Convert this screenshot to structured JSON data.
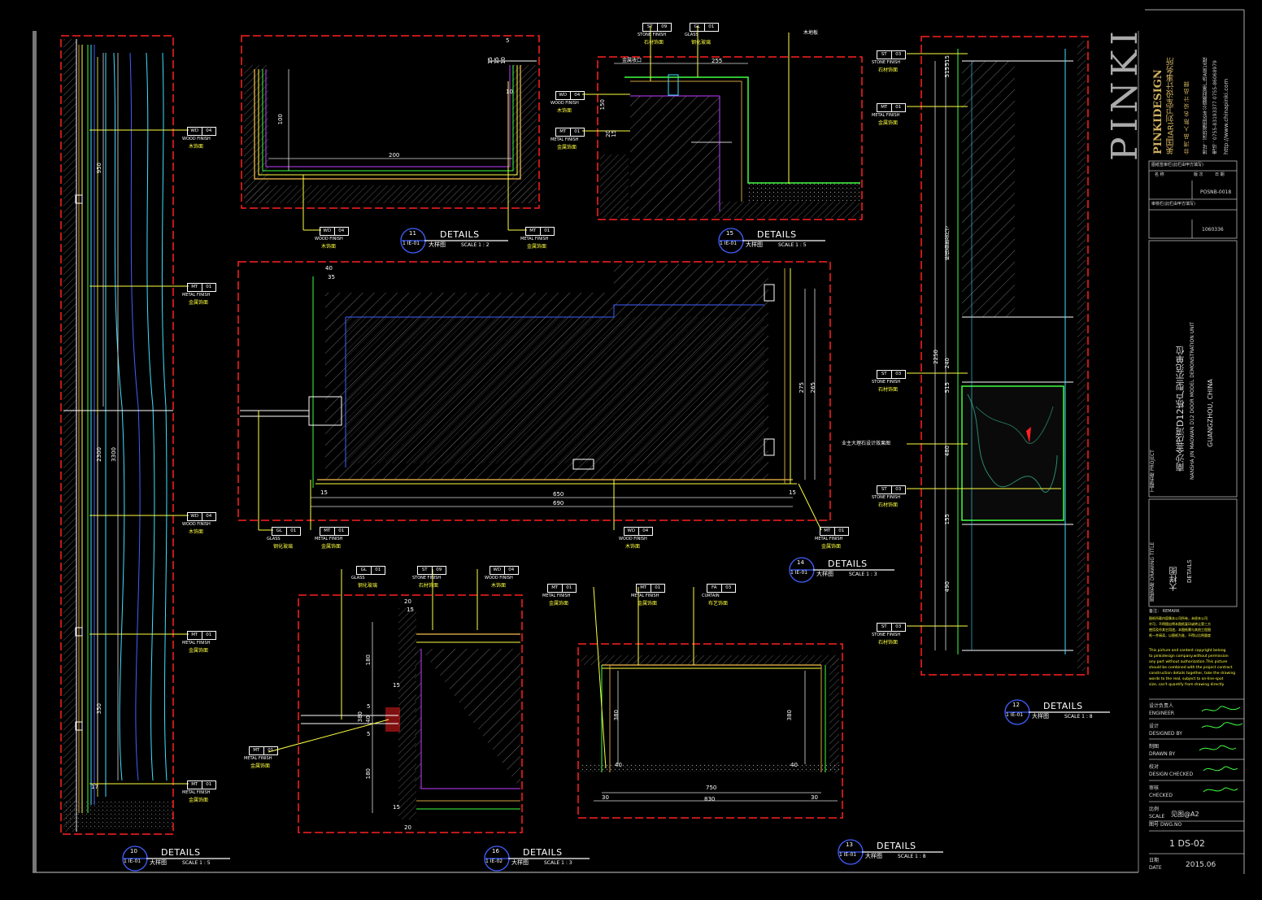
{
  "colors": {
    "background": "#000000",
    "frame": "#ff2020",
    "wood": "#d0a040",
    "metal": "#ffff40",
    "cyan": "#40e0ff",
    "green": "#40ff40",
    "blue": "#4060ff",
    "magenta": "#c040ff",
    "hatch": "#808080",
    "text": "#ffffff"
  },
  "firm": {
    "logo": "PINKI",
    "name": "PINKIDESIGN",
    "name_cn": "美国IARI刘卫军设计事务所",
    "tagline": "台 湾 品 人 陈 名 设 计 品 牌",
    "address": "地址：深圳福田区车公庙路财富广场A座16楼",
    "phone": "电话：0755-83193377  0755-86068979",
    "web": "http://www.chinapinki.com"
  },
  "details": {
    "d11": {
      "number": "11",
      "sheet": "1 IE-01",
      "title": "DETAILS",
      "subtitle": "大样图",
      "scale": "SCALE  1 : 2",
      "dims": [
        "5",
        "15",
        "15",
        "10",
        "100",
        "200",
        "10"
      ],
      "tags": [
        {
          "code": "WD",
          "num": "04",
          "en": "WOOD FINISH",
          "cn": "木饰面"
        },
        {
          "code": "MT",
          "num": "01",
          "en": "METAL FINISH",
          "cn": "金属饰面"
        }
      ]
    },
    "d15": {
      "number": "15",
      "sheet": "1 IE-01",
      "title": "DETAILS",
      "subtitle": "大样图",
      "scale": "SCALE  1 : 5",
      "dims": [
        "255",
        "150",
        "20",
        "15"
      ],
      "tags": [
        {
          "code": "ST",
          "num": "09",
          "en": "STONE FINISH",
          "cn": "石材饰面"
        },
        {
          "code": "GL",
          "num": "01",
          "en": "GLASS",
          "cn": "钢化玻璃"
        },
        {
          "code": "WD",
          "num": "04",
          "en": "WOOD FINISH",
          "cn": "木饰面"
        },
        {
          "code": "MT",
          "num": "01",
          "en": "METAL FINISH",
          "cn": "金属饰面"
        }
      ],
      "notes": [
        "金属收口",
        "木地板"
      ]
    },
    "d14": {
      "number": "14",
      "sheet": "1 IE-01",
      "title": "DETAILS",
      "subtitle": "大样图",
      "scale": "SCALE  1 : 3",
      "dims": [
        "40",
        "35",
        "650",
        "690",
        "15",
        "15",
        "265",
        "275"
      ],
      "tags": [
        {
          "code": "GL",
          "num": "01",
          "en": "GLASS",
          "cn": "钢化玻璃"
        },
        {
          "code": "MT",
          "num": "01",
          "en": "METAL FINISH",
          "cn": "金属饰面"
        },
        {
          "code": "WD",
          "num": "04",
          "en": "WOOD FINISH",
          "cn": "木饰面"
        },
        {
          "code": "MT",
          "num": "01",
          "en": "METAL FINISH",
          "cn": "金属饰面"
        }
      ]
    },
    "d10": {
      "number": "10",
      "sheet": "1 IE-01",
      "title": "DETAILS",
      "subtitle": "大样图",
      "scale": "SCALE  1 : 5",
      "dims": [
        "950",
        "2300",
        "3300",
        "350",
        "17"
      ],
      "tags": [
        {
          "code": "WD",
          "num": "04",
          "en": "WOOD FINISH",
          "cn": "木饰面"
        },
        {
          "code": "MT",
          "num": "01",
          "en": "METAL FINISH",
          "cn": "金属饰面"
        },
        {
          "code": "WD",
          "num": "04",
          "en": "WOOD FINISH",
          "cn": "木饰面"
        },
        {
          "code": "MT",
          "num": "01",
          "en": "METAL FINISH",
          "cn": "金属饰面"
        },
        {
          "code": "MT",
          "num": "01",
          "en": "METAL FINISH",
          "cn": "金属饰面"
        }
      ]
    },
    "d16": {
      "number": "16",
      "sheet": "1 IE-02",
      "title": "DETAILS",
      "subtitle": "大样图",
      "scale": "SCALE  1 : 3",
      "dims": [
        "20",
        "15",
        "180",
        "15",
        "380",
        "40",
        "5",
        "5",
        "180",
        "15",
        "20"
      ],
      "tags": [
        {
          "code": "GL",
          "num": "01",
          "en": "GLASS",
          "cn": "钢化玻璃"
        },
        {
          "code": "ST",
          "num": "09",
          "en": "STONE FINISH",
          "cn": "石材饰面"
        },
        {
          "code": "WD",
          "num": "04",
          "en": "WOOD FINISH",
          "cn": "木饰面"
        },
        {
          "code": "MT",
          "num": "01",
          "en": "METAL FINISH",
          "cn": "金属饰面"
        }
      ]
    },
    "d13": {
      "number": "13",
      "sheet": "1 IE-01",
      "title": "DETAILS",
      "subtitle": "大样图",
      "scale": "SCALE  1 : 8",
      "dims": [
        "380",
        "380",
        "750",
        "830",
        "40",
        "40",
        "30",
        "30"
      ],
      "tags": [
        {
          "code": "MT",
          "num": "01",
          "en": "METAL FINISH",
          "cn": "金属饰面"
        },
        {
          "code": "MT",
          "num": "01",
          "en": "METAL FINISH",
          "cn": "金属饰面"
        },
        {
          "code": "FA",
          "num": "03",
          "en": "CURTAIN",
          "cn": "布艺饰面"
        }
      ]
    },
    "d12": {
      "number": "12",
      "sheet": "1 IE-01",
      "title": "DETAILS",
      "subtitle": "大样图",
      "scale": "SCALE  1 : 8",
      "dims": [
        "515",
        "515",
        "2250",
        "240",
        "515",
        "480",
        "155",
        "490"
      ],
      "tags": [
        {
          "code": "ST",
          "num": "03",
          "en": "STONE FINISH",
          "cn": "石材饰面"
        },
        {
          "code": "MT",
          "num": "01",
          "en": "METAL FINISH",
          "cn": "金属饰面"
        },
        {
          "code": "ST",
          "num": "03",
          "en": "STONE FINISH",
          "cn": "石材饰面"
        },
        {
          "code": "ST",
          "num": "03",
          "en": "STONE FINISH",
          "cn": "石材饰面"
        },
        {
          "code": "ST",
          "num": "03",
          "en": "STONE FINISH",
          "cn": "石材饰面"
        }
      ],
      "notes": [
        "柜体高度及尺寸",
        "业主大理石设计效果图"
      ]
    }
  },
  "title_block": {
    "approval_title": "图纸签审栏(此栏由甲方填写)",
    "row1": [
      "名 称",
      "版 次",
      "日 期"
    ],
    "row1_vals": [
      "",
      "",
      ""
    ],
    "ref1": "POSNB-0018",
    "row2_title": "审核栏(此栏由甲方填写)",
    "ref2": "1060336",
    "project_label_cn": "工程名称",
    "project_label_en": "PROJECT",
    "project_cn": "南沙金茂湾D12栋户型示范单位",
    "project_en": "NANSHA JIN MAOWAN D12 DOOR MODEL DEMONSTRATION UNIT",
    "location": "GUANGZHOU, CHINA",
    "drawing_title_label_cn": "图纸名称",
    "drawing_title_label_en": "DRAWING TITLE",
    "drawing_title_cn": "大样图",
    "drawing_title_en": "DETAILS",
    "remark_label": "备注：  REMARK",
    "remark_lines": [
      "图纸所载内容属本公司所有，未经本公司",
      "许可，不得擅自将本图纸复印或转让第三方",
      "使用及作其它用途，本图纸需与其他工程图",
      "纸一并阅读，以图纸为准，不得以比例量度",
      "This picture and content copyright belong",
      "to pinkidesign company.without permission",
      "any part without authorization.This picture",
      "should be combined with the project contract",
      "construction details together, take the drawing",
      "words to the real, subject to on-line-spot",
      "size, can't quantify from drawing directly"
    ],
    "engineer_cn": "设计负责人",
    "engineer_en": "ENGINEER",
    "designed_cn": "设计",
    "designed_en": "DESIGNED BY",
    "drawn_cn": "制图",
    "drawn_en": "DRAWN BY",
    "design_checked_cn": "校对",
    "design_checked_en": "DESIGN CHECKED",
    "checked_cn": "审核",
    "checked_en": "CHECKED",
    "scale_cn": "比例",
    "scale_en": "SCALE",
    "scale_val": "见图@A2",
    "dwg_cn": "图号",
    "dwg_en": "DWG.NO",
    "dwg_val": "1 DS-02",
    "date_cn": "日期",
    "date_en": "DATE",
    "date_val": "2015.06"
  }
}
